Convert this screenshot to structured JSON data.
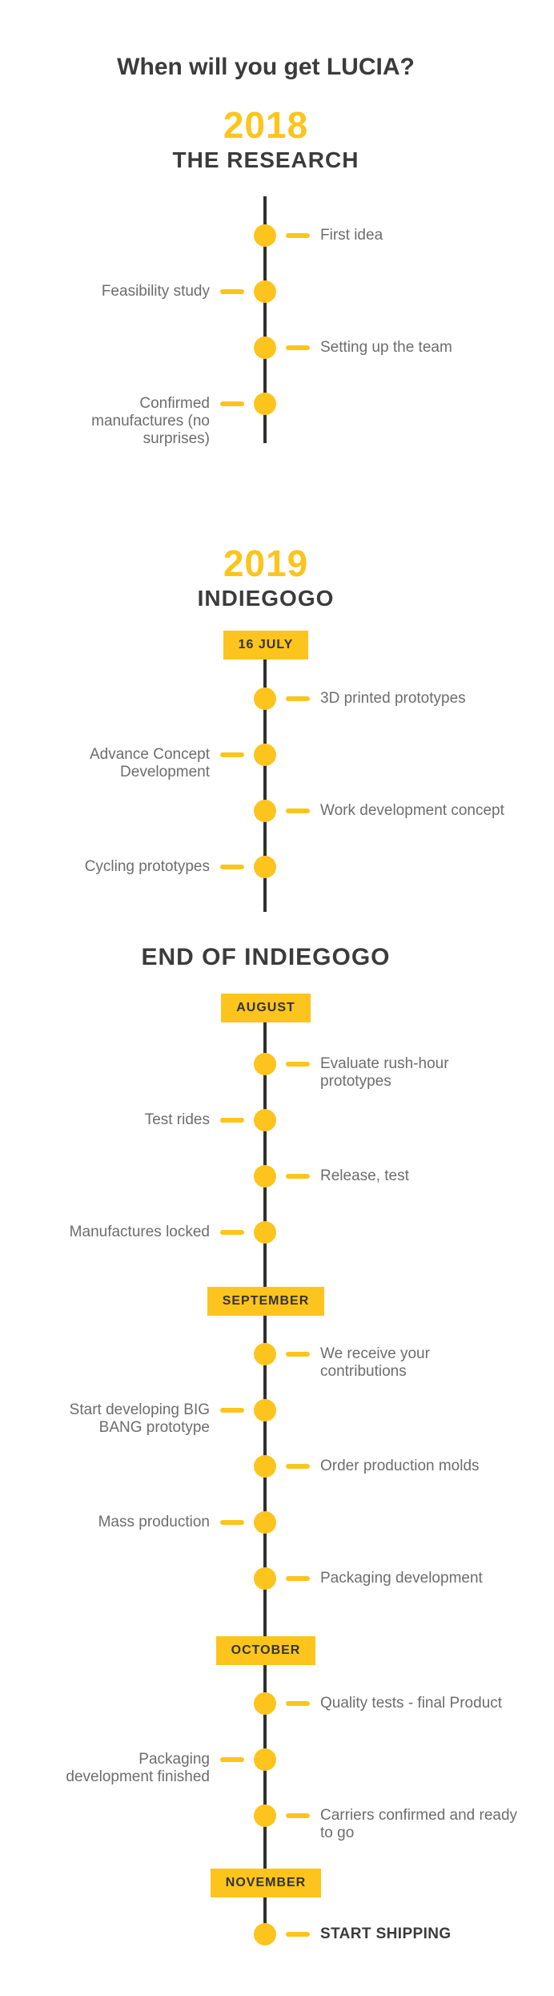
{
  "title": "When will you get LUCIA?",
  "colors": {
    "accent": "#fcc41d",
    "heading": "#3b3b3b",
    "label": "#6d6d6d",
    "axis": "#2f2f2f"
  },
  "sections": [
    {
      "year": "2018",
      "subtitle": "THE RESEARCH",
      "items": [
        {
          "label": "First idea",
          "side": "right"
        },
        {
          "label": "Feasibility study",
          "side": "left"
        },
        {
          "label": "Setting up the team",
          "side": "right"
        },
        {
          "label": "Confirmed manufactures (no surprises)",
          "side": "left"
        }
      ]
    },
    {
      "year": "2019",
      "subtitle": "INDIEGOGO",
      "badge": "16 JULY",
      "items": [
        {
          "label": "3D printed prototypes",
          "side": "right"
        },
        {
          "label": "Advance Concept Development",
          "side": "left"
        },
        {
          "label": "Work development concept",
          "side": "right"
        },
        {
          "label": "Cycling prototypes",
          "side": "left"
        }
      ]
    },
    {
      "heading": "END OF INDIEGOGO",
      "groups": [
        {
          "badge": "AUGUST",
          "items": [
            {
              "label": "Evaluate rush-hour prototypes",
              "side": "right"
            },
            {
              "label": "Test rides",
              "side": "left"
            },
            {
              "label": "Release, test",
              "side": "right"
            },
            {
              "label": "Manufactures locked",
              "side": "left"
            }
          ]
        },
        {
          "badge": "SEPTEMBER",
          "items": [
            {
              "label": "We receive your contributions",
              "side": "right"
            },
            {
              "label": "Start developing BIG BANG prototype",
              "side": "left"
            },
            {
              "label": "Order production molds",
              "side": "right"
            },
            {
              "label": "Mass production",
              "side": "left"
            },
            {
              "label": "Packaging development",
              "side": "right"
            }
          ]
        },
        {
          "badge": "OCTOBER",
          "items": [
            {
              "label": "Quality tests - final Product",
              "side": "right"
            },
            {
              "label": "Packaging development finished",
              "side": "left"
            },
            {
              "label": "Carriers confirmed and ready to go",
              "side": "right"
            }
          ]
        },
        {
          "badge": "NOVEMBER",
          "items": [
            {
              "label": "START SHIPPING",
              "side": "right",
              "emphasis": true
            }
          ]
        }
      ]
    }
  ]
}
